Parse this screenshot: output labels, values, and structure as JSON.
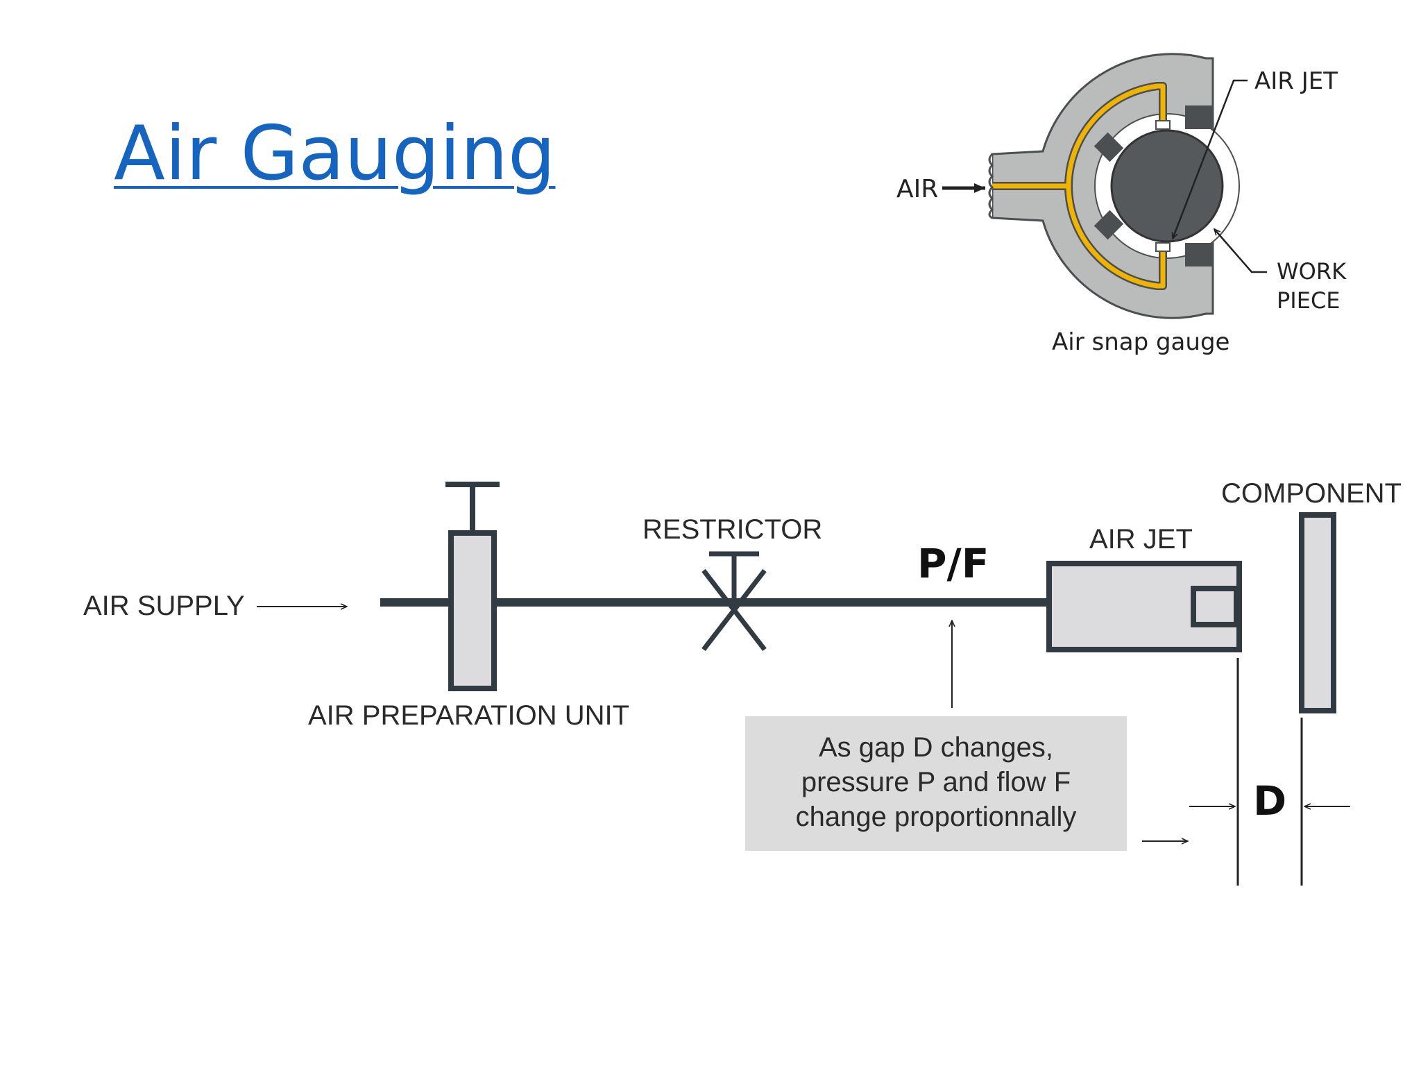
{
  "title": "Air Gauging",
  "snap_gauge": {
    "air_label": "AIR",
    "air_jet_label": "AIR JET",
    "work_piece_label_1": "WORK",
    "work_piece_label_2": "PIECE",
    "caption": "Air snap gauge",
    "colors": {
      "body": "#b9bcbb",
      "channel": "#f0b400",
      "workpiece": "#55595c",
      "pad": "#4b4f52"
    }
  },
  "schematic": {
    "air_supply": "AIR SUPPLY",
    "air_preparation_unit": "AIR PREPARATION UNIT",
    "restrictor": "RESTRICTOR",
    "pf_label": "P/F",
    "air_jet": "AIR JET",
    "component": "COMPONENT",
    "gap_label": "D",
    "note_lines": [
      "As gap D changes,",
      "pressure P and flow F",
      "change proportionnally"
    ],
    "colors": {
      "line": "#323a42",
      "fill": "#dcdcde",
      "note_bg": "#dcdcdc"
    }
  }
}
